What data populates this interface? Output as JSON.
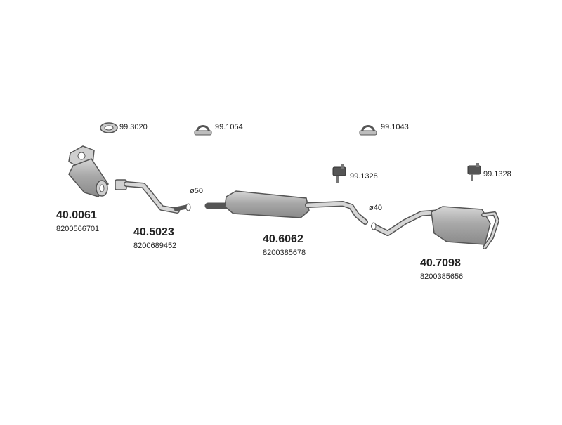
{
  "parts": [
    {
      "id": "catalyst",
      "number": "40.0061",
      "oem": "8200566701",
      "icon": "catalytic-converter-icon"
    },
    {
      "id": "front-pipe",
      "number": "40.5023",
      "oem": "8200689452",
      "icon": "front-pipe-icon"
    },
    {
      "id": "middle-silencer",
      "number": "40.6062",
      "oem": "8200385678",
      "icon": "middle-silencer-icon"
    },
    {
      "id": "rear-silencer",
      "number": "40.7098",
      "oem": "8200385656",
      "icon": "rear-silencer-icon"
    }
  ],
  "accessories": [
    {
      "id": "gasket",
      "number": "99.3020",
      "icon": "gasket-ring-icon"
    },
    {
      "id": "clamp-1",
      "number": "99.1054",
      "icon": "pipe-clamp-icon"
    },
    {
      "id": "clamp-2",
      "number": "99.1043",
      "icon": "pipe-clamp-icon"
    },
    {
      "id": "hanger-1",
      "number": "99.1328",
      "icon": "rubber-hanger-icon"
    },
    {
      "id": "hanger-2",
      "number": "99.1328",
      "icon": "rubber-hanger-icon"
    }
  ],
  "dimensions": {
    "d50": "ø50",
    "d40": "ø40"
  },
  "colors": {
    "part_fill": "#a9a9a9",
    "part_light": "#cfcfcf",
    "outline": "#555555",
    "text": "#222222"
  }
}
